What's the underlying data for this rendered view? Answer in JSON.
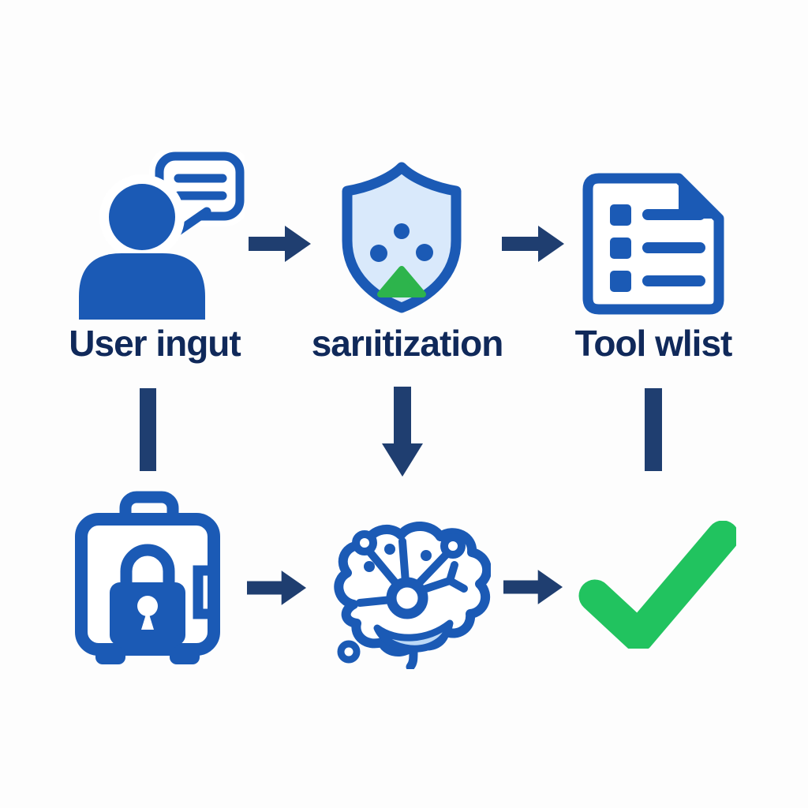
{
  "colors": {
    "background": "#fdfdfd",
    "icon_blue": "#1b5ab5",
    "arrow_navy": "#1f3e70",
    "text_navy": "#10295a",
    "shield_fill": "#d9e9fb",
    "green_check": "#21c35f",
    "green_triangle": "#2db44c",
    "light_blue": "#bcd9f6"
  },
  "row1": {
    "user_input": {
      "label": "User ingut",
      "icon": "user-speech-bubble-icon"
    },
    "sanitization": {
      "label": "sarıitization",
      "icon": "shield-check-icon"
    },
    "tool_list": {
      "label": "Tool wlist",
      "icon": "checklist-document-icon"
    }
  },
  "row2": {
    "vault": {
      "icon": "safe-lock-icon"
    },
    "model": {
      "icon": "brain-circuit-icon"
    },
    "approved": {
      "icon": "green-checkmark-icon"
    }
  }
}
